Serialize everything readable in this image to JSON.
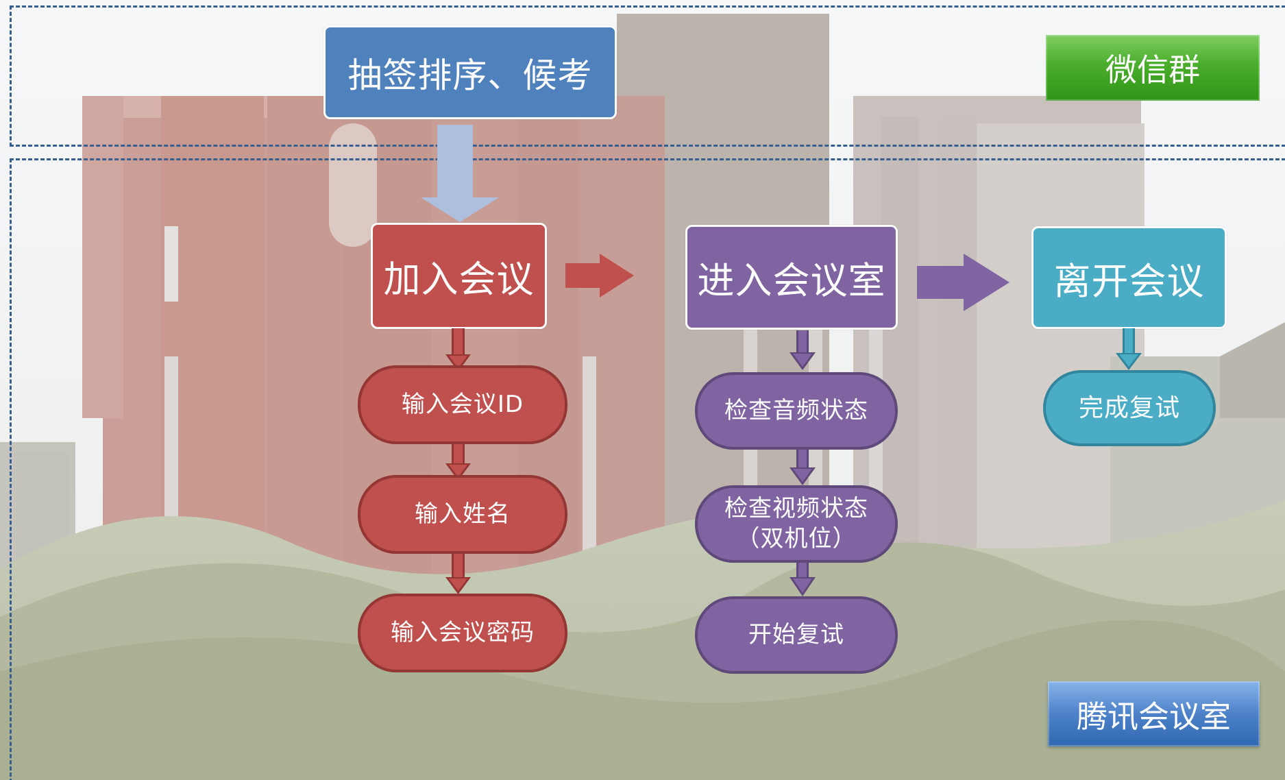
{
  "colors": {
    "blue": "#4f81bd",
    "red": "#c0504d",
    "purple": "#8064a2",
    "teal": "#4bacc6",
    "green": "#4aad2b",
    "label_blue": "#4d82c9",
    "dash": "#365f8f"
  },
  "top_section": {
    "step": "抽签排序、候考",
    "label": "微信群"
  },
  "flow": {
    "join": {
      "title": "加入会议",
      "steps": [
        "输入会议ID",
        "输入姓名",
        "输入会议密码"
      ]
    },
    "enter": {
      "title": "进入会议室",
      "steps": [
        "检查音频状态",
        "检查视频状态",
        "（双机位）",
        "开始复试"
      ]
    },
    "leave": {
      "title": "离开会议",
      "steps": [
        "完成复试"
      ]
    }
  },
  "footer_label": "腾讯会议室"
}
